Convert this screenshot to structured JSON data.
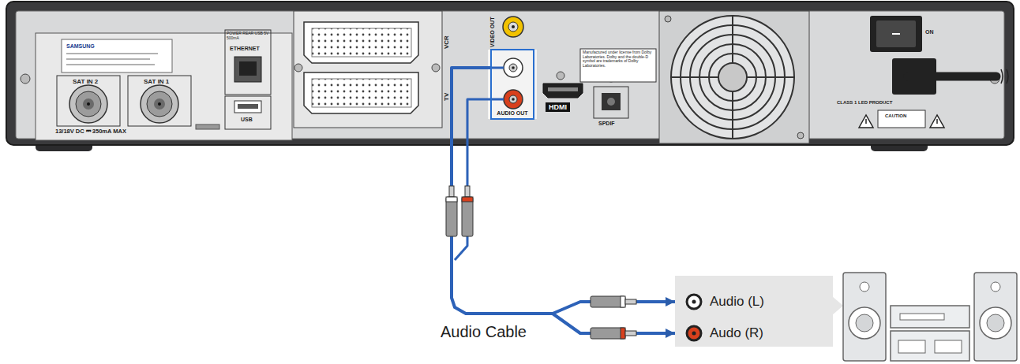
{
  "diagram": {
    "nodes": [
      {
        "text": [
          "AUDIO OUT"
        ]
      },
      {
        "text": [
          "Audio (L)",
          "Audo (R)"
        ]
      }
    ],
    "edges": [
      {
        "from": 0,
        "to": 1,
        "arrow": "to",
        "label": "Audio Cable"
      }
    ],
    "labels": [
      "SAMSUNG",
      "SAT IN 2",
      "SAT IN 1",
      "13/18V DC ⎓ 350mA MAX",
      "POWER REAR USB 5V 500mA",
      "ETHERNET",
      "USB",
      "VCR",
      "TV",
      "VIDEO OUT",
      "HDMI",
      "SPDIF",
      "Manufactured under license from Dolby Laboratories. Dolby and the double-D symbol are trademarks of Dolby Laboratories.",
      "CLASS 1 LED PRODUCT",
      "CAUTION",
      "ON"
    ]
  }
}
